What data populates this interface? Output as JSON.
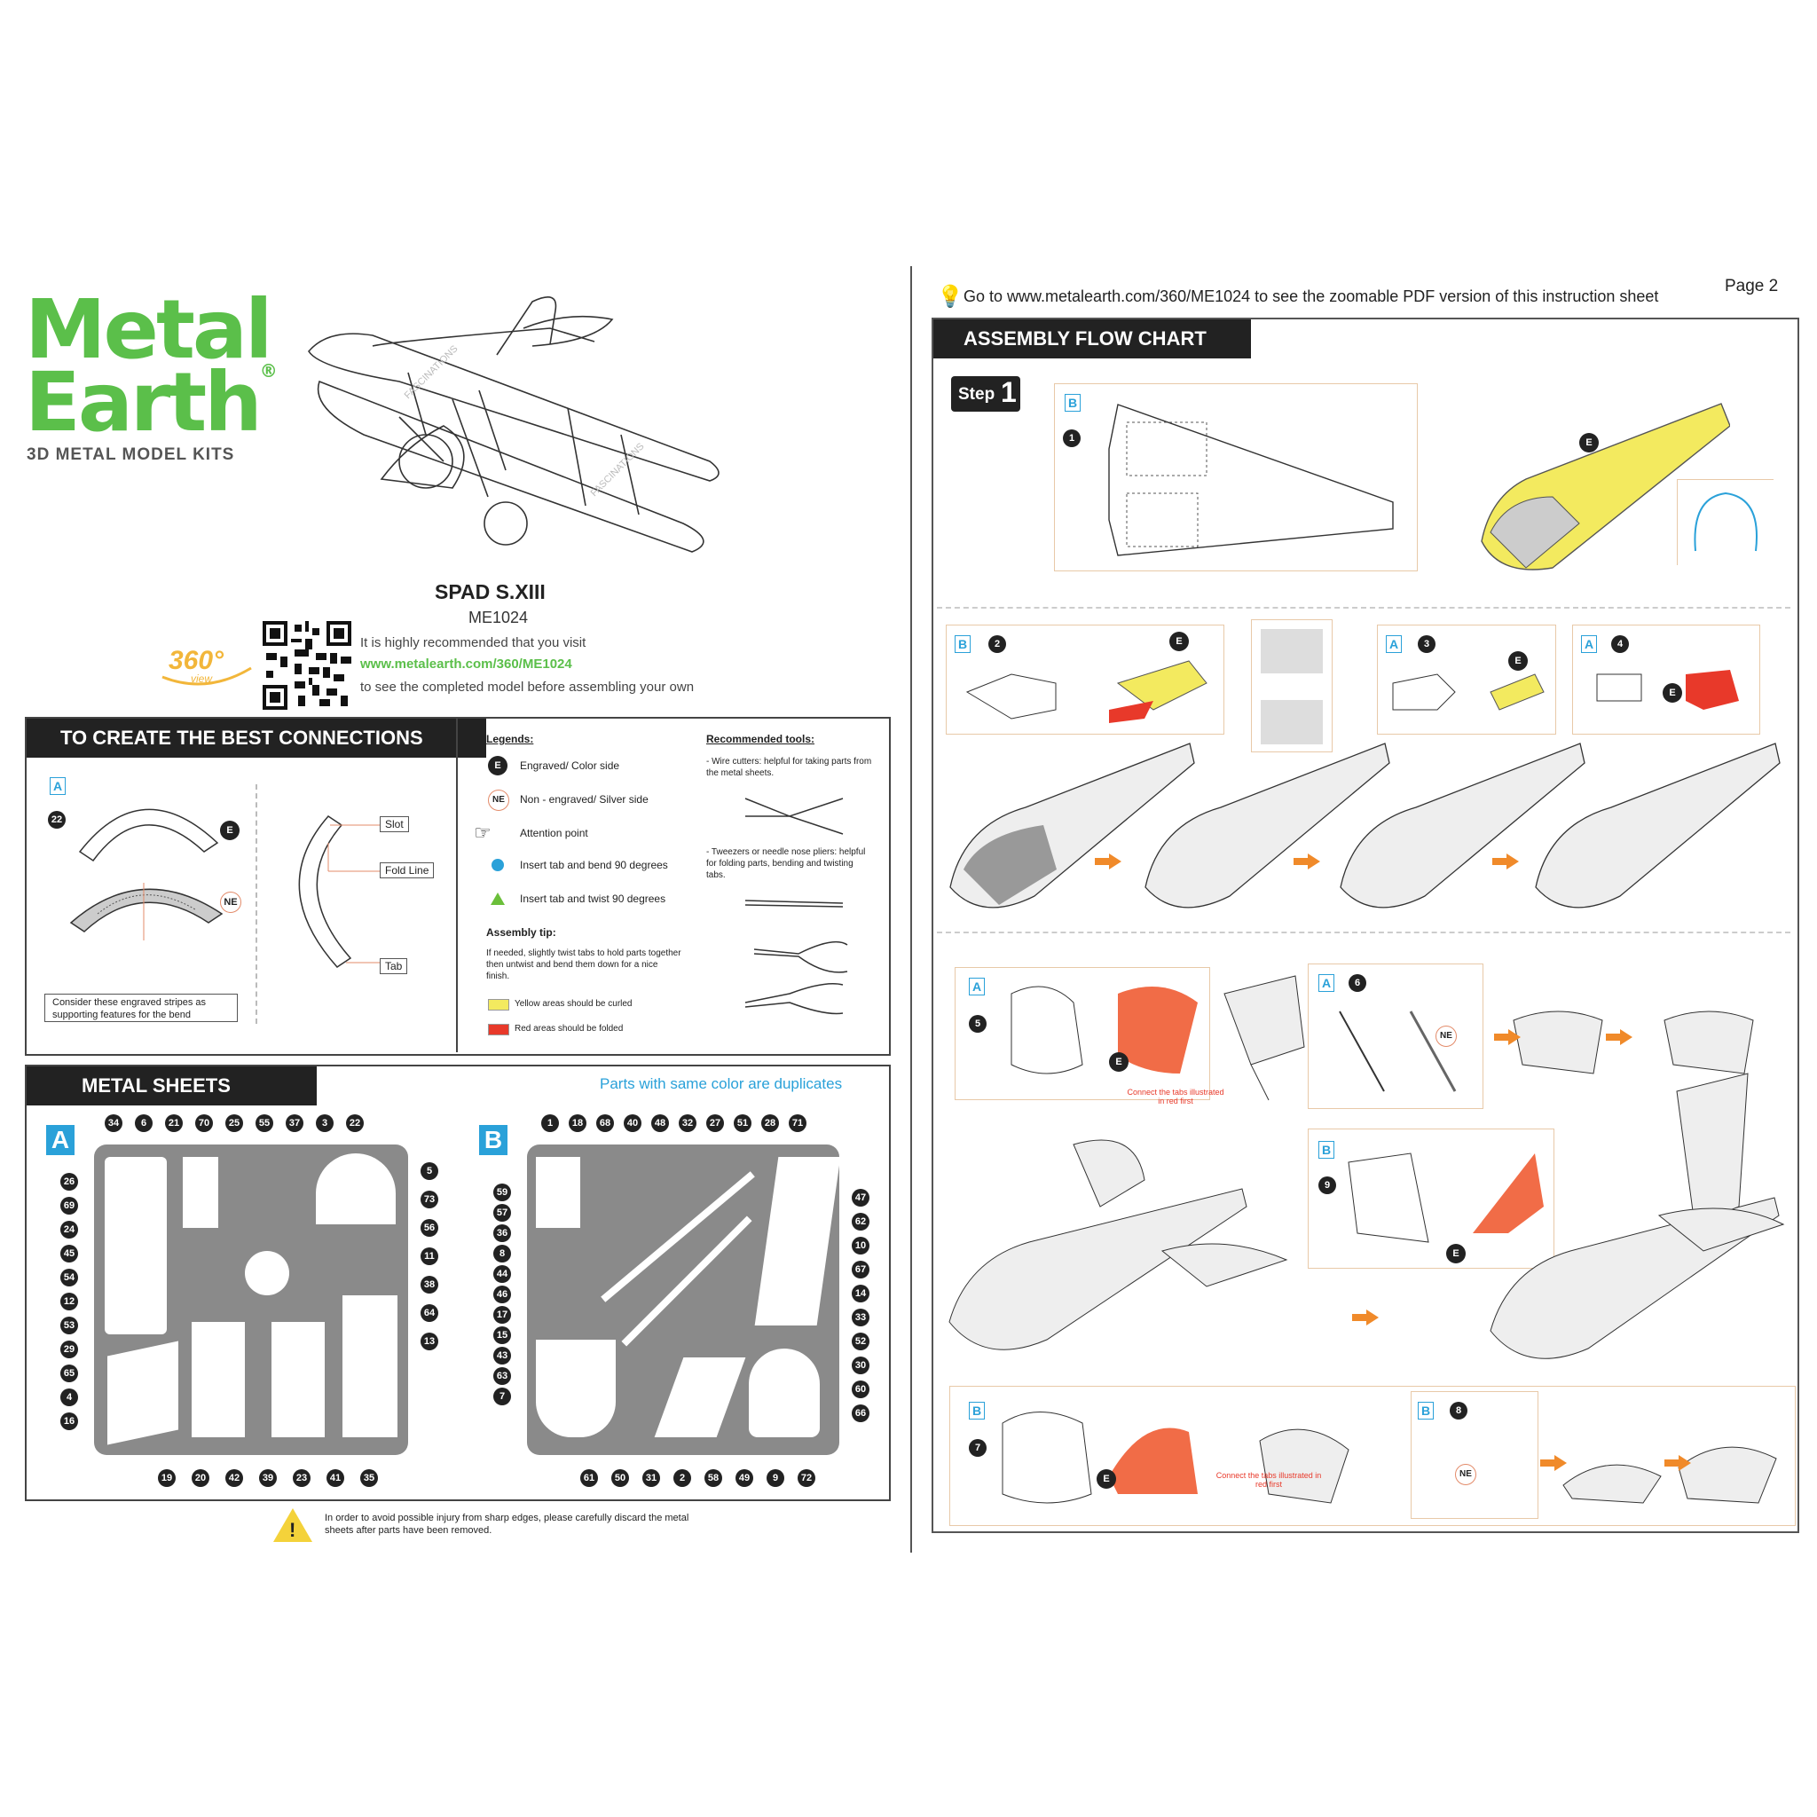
{
  "brand": {
    "line1": "Metal",
    "line2": "Earth",
    "reg": "®",
    "subtitle": "3D METAL MODEL KITS"
  },
  "model": {
    "name": "SPAD S.XIII",
    "code": "ME1024"
  },
  "view360": {
    "big": "360°",
    "small": "view"
  },
  "recommend": {
    "line1": "It is highly recommended that you visit",
    "url": "www.metalearth.com/360/ME1024",
    "line3": "to see the completed model before assembling your own"
  },
  "connections": {
    "title": "TO CREATE THE BEST CONNECTIONS",
    "part_letter": "A",
    "part_number": "22",
    "e_mark": "E",
    "ne_mark": "NE",
    "slot": "Slot",
    "fold_line": "Fold Line",
    "tab": "Tab",
    "engraved_note": "Consider these engraved stripes as supporting features for the bend"
  },
  "legends": {
    "title": "Legends:",
    "items": [
      {
        "mark": "E",
        "text": "Engraved/ Color side"
      },
      {
        "mark": "NE",
        "text": "Non - engraved/ Silver side"
      },
      {
        "mark": "hand",
        "text": "Attention point"
      },
      {
        "mark": "dot",
        "text": "Insert tab and bend 90 degrees"
      },
      {
        "mark": "tri",
        "text": "Insert tab and twist 90 degrees"
      }
    ],
    "tip_title": "Assembly tip:",
    "tip_text": "If needed, slightly twist tabs to hold parts together then untwist and bend them down for a nice finish.",
    "yellow": "Yellow areas should be curled",
    "red": "Red areas should be folded",
    "yellow_color": "#f3ea5f",
    "red_color": "#e8392a"
  },
  "tools": {
    "title": "Recommended tools:",
    "wire": "- Wire cutters: helpful for taking parts from the metal sheets.",
    "pliers": "- Tweezers or needle nose pliers: helpful for folding parts, bending and twisting tabs."
  },
  "sheets": {
    "title": "METAL SHEETS",
    "dup_note": "Parts with same color are duplicates",
    "a": {
      "letter": "A",
      "top": [
        "34",
        "6",
        "21",
        "70",
        "25",
        "55",
        "37",
        "3",
        "22"
      ],
      "left": [
        "26",
        "69",
        "24",
        "45",
        "54",
        "12",
        "53",
        "29",
        "65",
        "4",
        "16"
      ],
      "right": [
        "5",
        "73",
        "56",
        "11",
        "38",
        "64",
        "13"
      ],
      "bottom": [
        "19",
        "20",
        "42",
        "39",
        "23",
        "41",
        "35"
      ]
    },
    "b": {
      "letter": "B",
      "top": [
        "1",
        "18",
        "68",
        "40",
        "48",
        "32",
        "27",
        "51",
        "28",
        "71"
      ],
      "left": [
        "59",
        "57",
        "36",
        "8",
        "44",
        "46",
        "17",
        "15",
        "43",
        "63",
        "7"
      ],
      "right": [
        "47",
        "62",
        "10",
        "67",
        "14",
        "33",
        "52",
        "30",
        "60",
        "66"
      ],
      "bottom": [
        "61",
        "50",
        "31",
        "2",
        "58",
        "49",
        "9",
        "72"
      ]
    }
  },
  "warning": "In order to avoid possible injury from sharp edges, please carefully discard the metal sheets after parts have been removed.",
  "page2": {
    "page_label": "Page 2",
    "goto": "Go to www.metalearth.com/360/ME1024 to see the zoomable PDF version of this instruction sheet",
    "flow_title": "ASSEMBLY FLOW CHART",
    "step_label": "Step",
    "step_num": "1",
    "steps": [
      {
        "sheet": "B",
        "num": "1"
      },
      {
        "sheet": "B",
        "num": "2"
      },
      {
        "sheet": "A",
        "num": "3"
      },
      {
        "sheet": "A",
        "num": "4"
      },
      {
        "sheet": "A",
        "num": "5"
      },
      {
        "sheet": "A",
        "num": "6"
      },
      {
        "sheet": "B",
        "num": "9"
      },
      {
        "sheet": "B",
        "num": "7"
      },
      {
        "sheet": "B",
        "num": "8"
      }
    ],
    "connect_note": "Connect the tabs illustrated in red first",
    "e_mark": "E",
    "ne_mark": "NE"
  },
  "watermark": "FASCINATIONS"
}
